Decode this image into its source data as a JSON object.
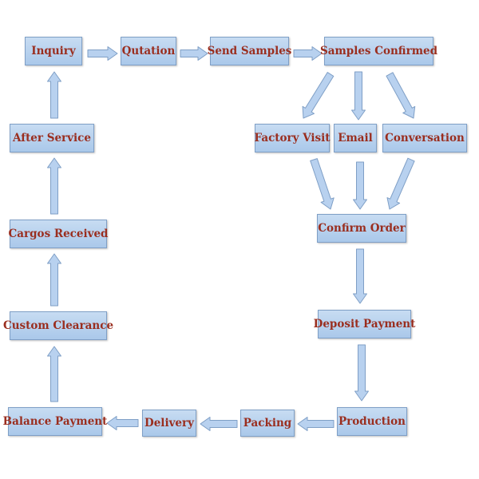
{
  "nodes": {
    "inquiry": "Inquiry",
    "quotation": "Qutation",
    "send_samples": "Send Samples",
    "samples_confirmed": "Samples Confirmed",
    "factory_visit": "Factory Visit",
    "email": "Email",
    "conversation": "Conversation",
    "confirm_order": "Confirm Order",
    "deposit_payment": "Deposit Payment",
    "production": "Production",
    "packing": "Packing",
    "delivery": "Delivery",
    "balance_payment": "Balance Payment",
    "custom_clearance": "Custom Clearance",
    "cargos_received": "Cargos Received",
    "after_service": "After Service"
  },
  "colors": {
    "box_fill": "#b4cfee",
    "box_border": "#7f9fc6",
    "text": "#9a2e1f",
    "arrow_fill": "#b8d1ef",
    "arrow_stroke": "#7f9fc6"
  }
}
